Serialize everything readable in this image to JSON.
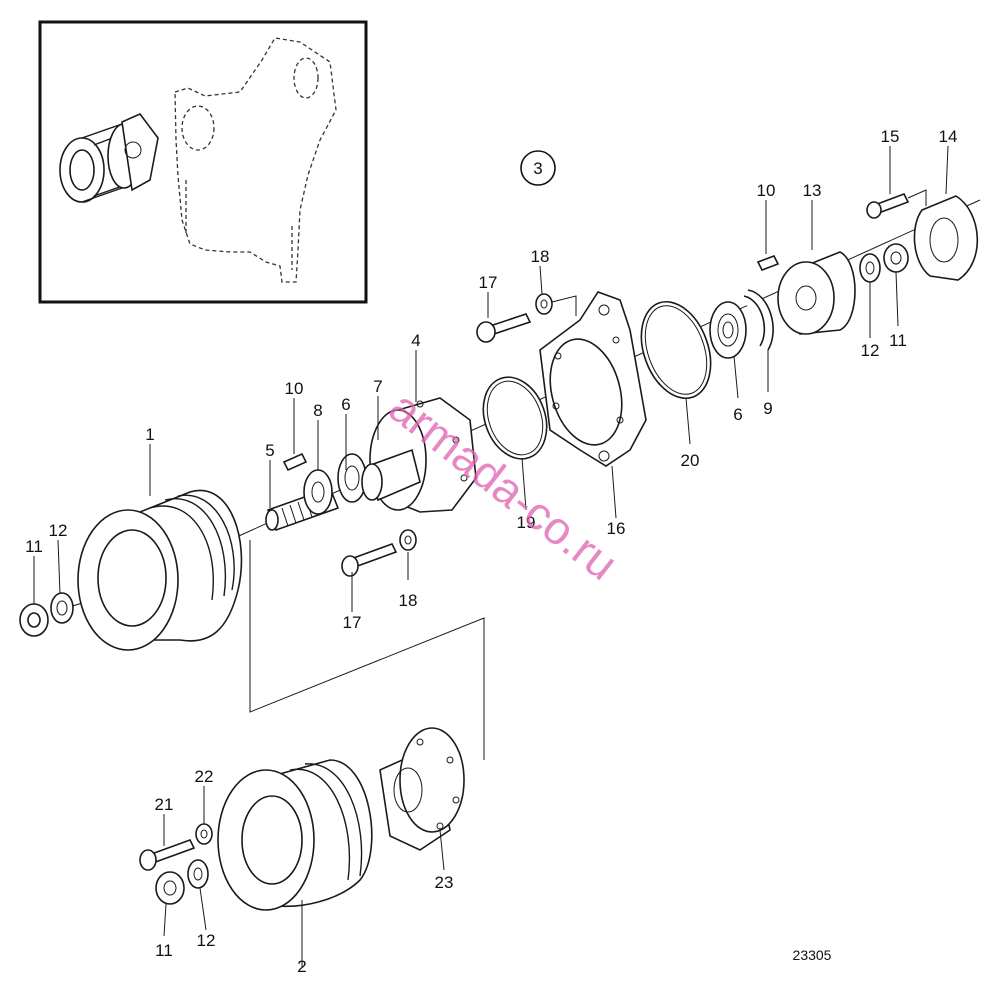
{
  "view_marker": "3",
  "drawing_number": "23305",
  "watermark": "armada-co.ru",
  "callouts": [
    {
      "id": "c1",
      "text": "1"
    },
    {
      "id": "c2",
      "text": "2"
    },
    {
      "id": "c4",
      "text": "4"
    },
    {
      "id": "c5",
      "text": "5"
    },
    {
      "id": "c6a",
      "text": "6"
    },
    {
      "id": "c6b",
      "text": "6"
    },
    {
      "id": "c7",
      "text": "7"
    },
    {
      "id": "c8",
      "text": "8"
    },
    {
      "id": "c9",
      "text": "9"
    },
    {
      "id": "c10a",
      "text": "10"
    },
    {
      "id": "c10b",
      "text": "10"
    },
    {
      "id": "c11a",
      "text": "11"
    },
    {
      "id": "c11b",
      "text": "11"
    },
    {
      "id": "c11c",
      "text": "11"
    },
    {
      "id": "c12a",
      "text": "12"
    },
    {
      "id": "c12b",
      "text": "12"
    },
    {
      "id": "c12c",
      "text": "12"
    },
    {
      "id": "c13",
      "text": "13"
    },
    {
      "id": "c14",
      "text": "14"
    },
    {
      "id": "c15",
      "text": "15"
    },
    {
      "id": "c16",
      "text": "16"
    },
    {
      "id": "c17a",
      "text": "17"
    },
    {
      "id": "c17b",
      "text": "17"
    },
    {
      "id": "c18a",
      "text": "18"
    },
    {
      "id": "c18b",
      "text": "18"
    },
    {
      "id": "c19",
      "text": "19"
    },
    {
      "id": "c20",
      "text": "20"
    },
    {
      "id": "c21",
      "text": "21"
    },
    {
      "id": "c22",
      "text": "22"
    },
    {
      "id": "c23",
      "text": "23"
    }
  ]
}
